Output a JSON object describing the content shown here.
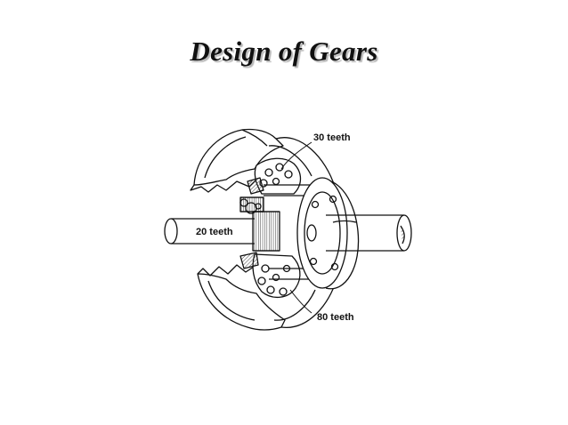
{
  "slide": {
    "title": "Design of Gears"
  },
  "diagram": {
    "labels": {
      "top": "30 teeth",
      "left": "20 teeth",
      "bottom": "80 teeth"
    },
    "ink": "#111111",
    "hatch": "#7a7a7a"
  }
}
